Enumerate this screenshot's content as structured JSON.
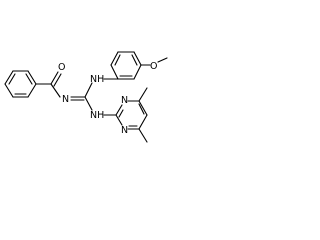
{
  "atom_labels": {
    "carbonyl_o": "O",
    "imine_n": "N",
    "nh_aryl": "NH",
    "nh_pyrimidine": "NH",
    "methoxy_o": "O",
    "pyrimidine_n1": "N",
    "pyrimidine_n3": "N"
  },
  "colors": {
    "bond": "#000000",
    "background": "#ffffff"
  }
}
